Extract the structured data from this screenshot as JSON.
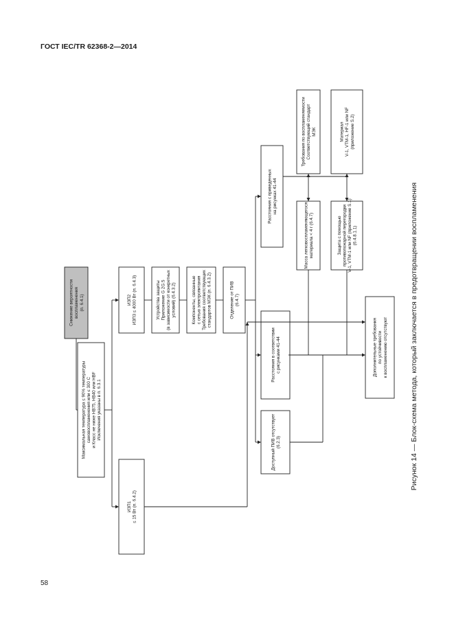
{
  "header": {
    "standard": "ГОСТ IEC/TR 62368-2—2014"
  },
  "page_number": "58",
  "caption": "Рисунок 14 — Блок-схема метода, который заключается в предотвращении воспламенения",
  "boxes": {
    "start": [
      "Снижение вероятности",
      "воспламенения",
      "(п. 6.4.1)"
    ],
    "max_temp": [
      "Максимальная температура ≤ 90% температуры",
      "самовоспламенения или ≤ 300 С",
      "и Класс не ниже HB75, HB40 или HBF",
      "Исключения указаны в п. 6.3.1"
    ],
    "izp1": [
      "ИЗП1",
      "≤ 15 Вт (п. 6.4.2)"
    ],
    "izp2": [
      "ИЗП2",
      "ИЗП3 ≤ 4000 Вт (п. 6.4.3)"
    ],
    "protect": [
      "Устройства защиты",
      "Приложение G 2G.5",
      "(в зависимости от конкретных",
      "условий) (6.4.3.2)"
    ],
    "components": [
      "Компоненты, связанные",
      "с сетью электропитания",
      "Требования соответствующих",
      "стандартов МЭК (п. 6.4.3.2)"
    ],
    "separation": [
      "Отделение от ПИВ",
      "(6.4.7)"
    ],
    "no_piv": [
      "Доступный ПИВ отсутствует",
      "(6.2.3)"
    ],
    "dist_fig": [
      "Расстояния в соответствии",
      "с рисунками 41-44"
    ],
    "dist_given": [
      "Расстояния с приведенных",
      "на рисунках 41-44"
    ],
    "mass": [
      "Масса легковоспламеняющегося",
      "материала < 4 г (6.4.7)"
    ],
    "barrier": [
      "Защита с помощью",
      "противопожарной перегородки",
      "V-1, VTM-1 или NF (приложение S.1)",
      "(6.4.8.1.1)"
    ],
    "iec_req": [
      "Требования по воспламеняемости",
      "Соответствующий стандарт",
      "МЭК"
    ],
    "material": [
      "Материал",
      "V-1, VTM-1, HF-1 или NF",
      "(приложение S.2)"
    ],
    "extra": [
      "Дополнительные требования",
      "по устойчивости",
      "к воспламенению отсутствуют"
    ]
  }
}
